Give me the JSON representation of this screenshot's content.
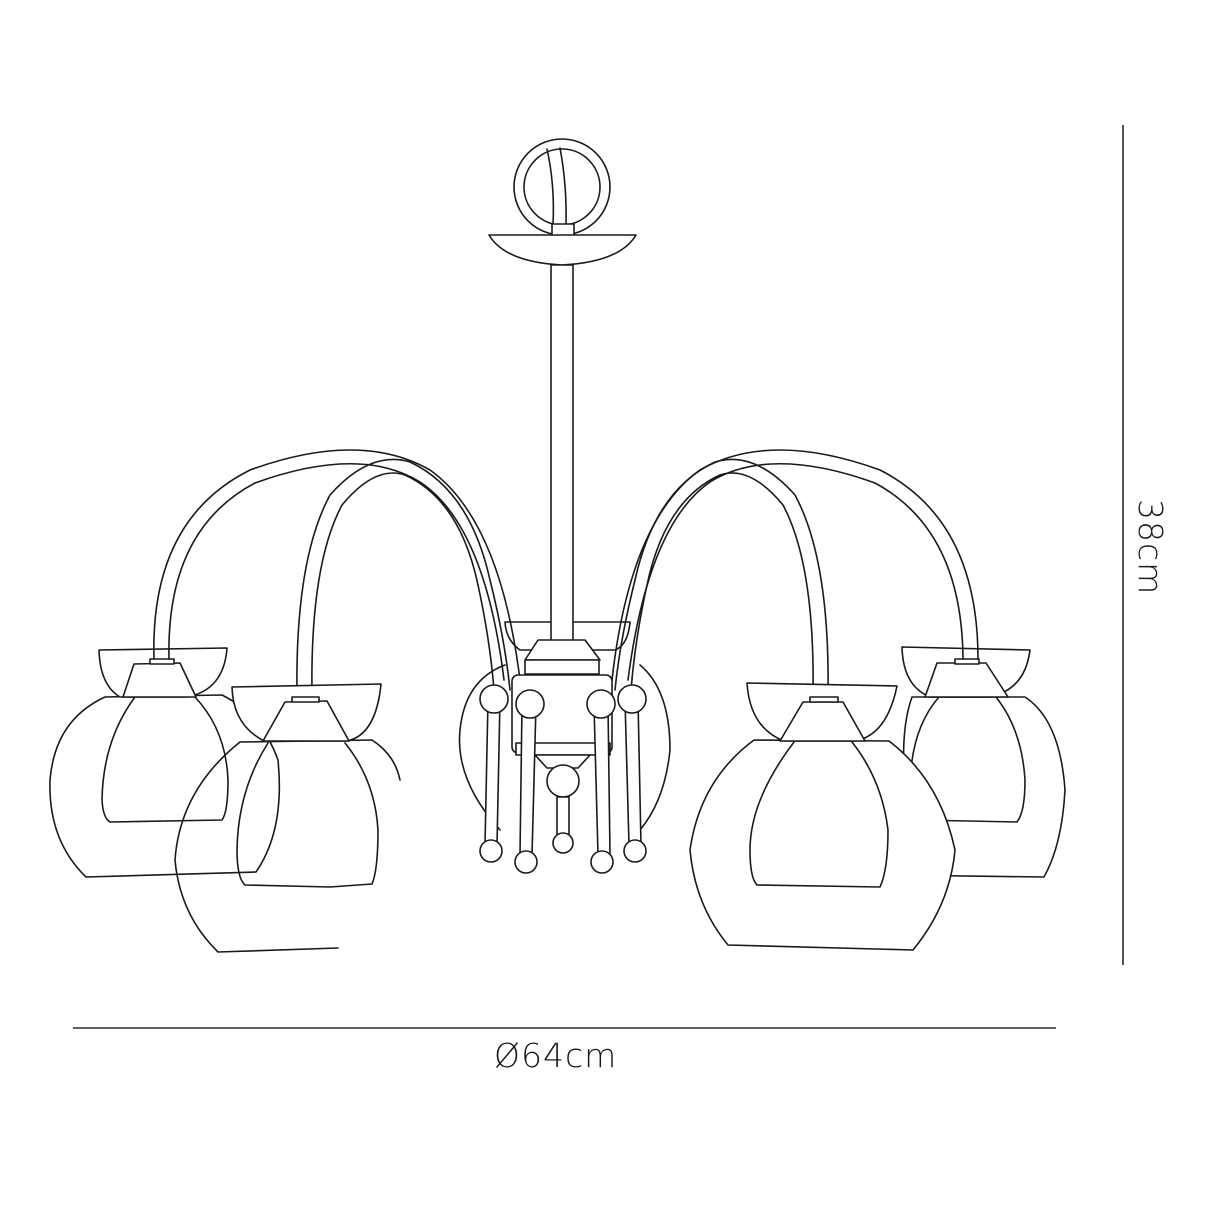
{
  "diagram": {
    "subject": "five-arm chandelier with glass shades, front elevation line drawing",
    "line_color": "#1a1a1a",
    "background_color": "#ffffff"
  },
  "dimensions": {
    "width": {
      "label": "Ø64cm",
      "orientation": "horizontal"
    },
    "height": {
      "label": "38cm",
      "orientation": "vertical"
    }
  },
  "components": [
    {
      "name": "ceiling-ring",
      "label": "hanging ring"
    },
    {
      "name": "ceiling-canopy",
      "label": "canopy"
    },
    {
      "name": "drop-rod",
      "label": "drop rod"
    },
    {
      "name": "central-body",
      "label": "central body with ball finials"
    },
    {
      "name": "arms",
      "count": 5
    },
    {
      "name": "shades",
      "count": 5,
      "type": "double glass (outer bowl + inner bell)"
    }
  ]
}
